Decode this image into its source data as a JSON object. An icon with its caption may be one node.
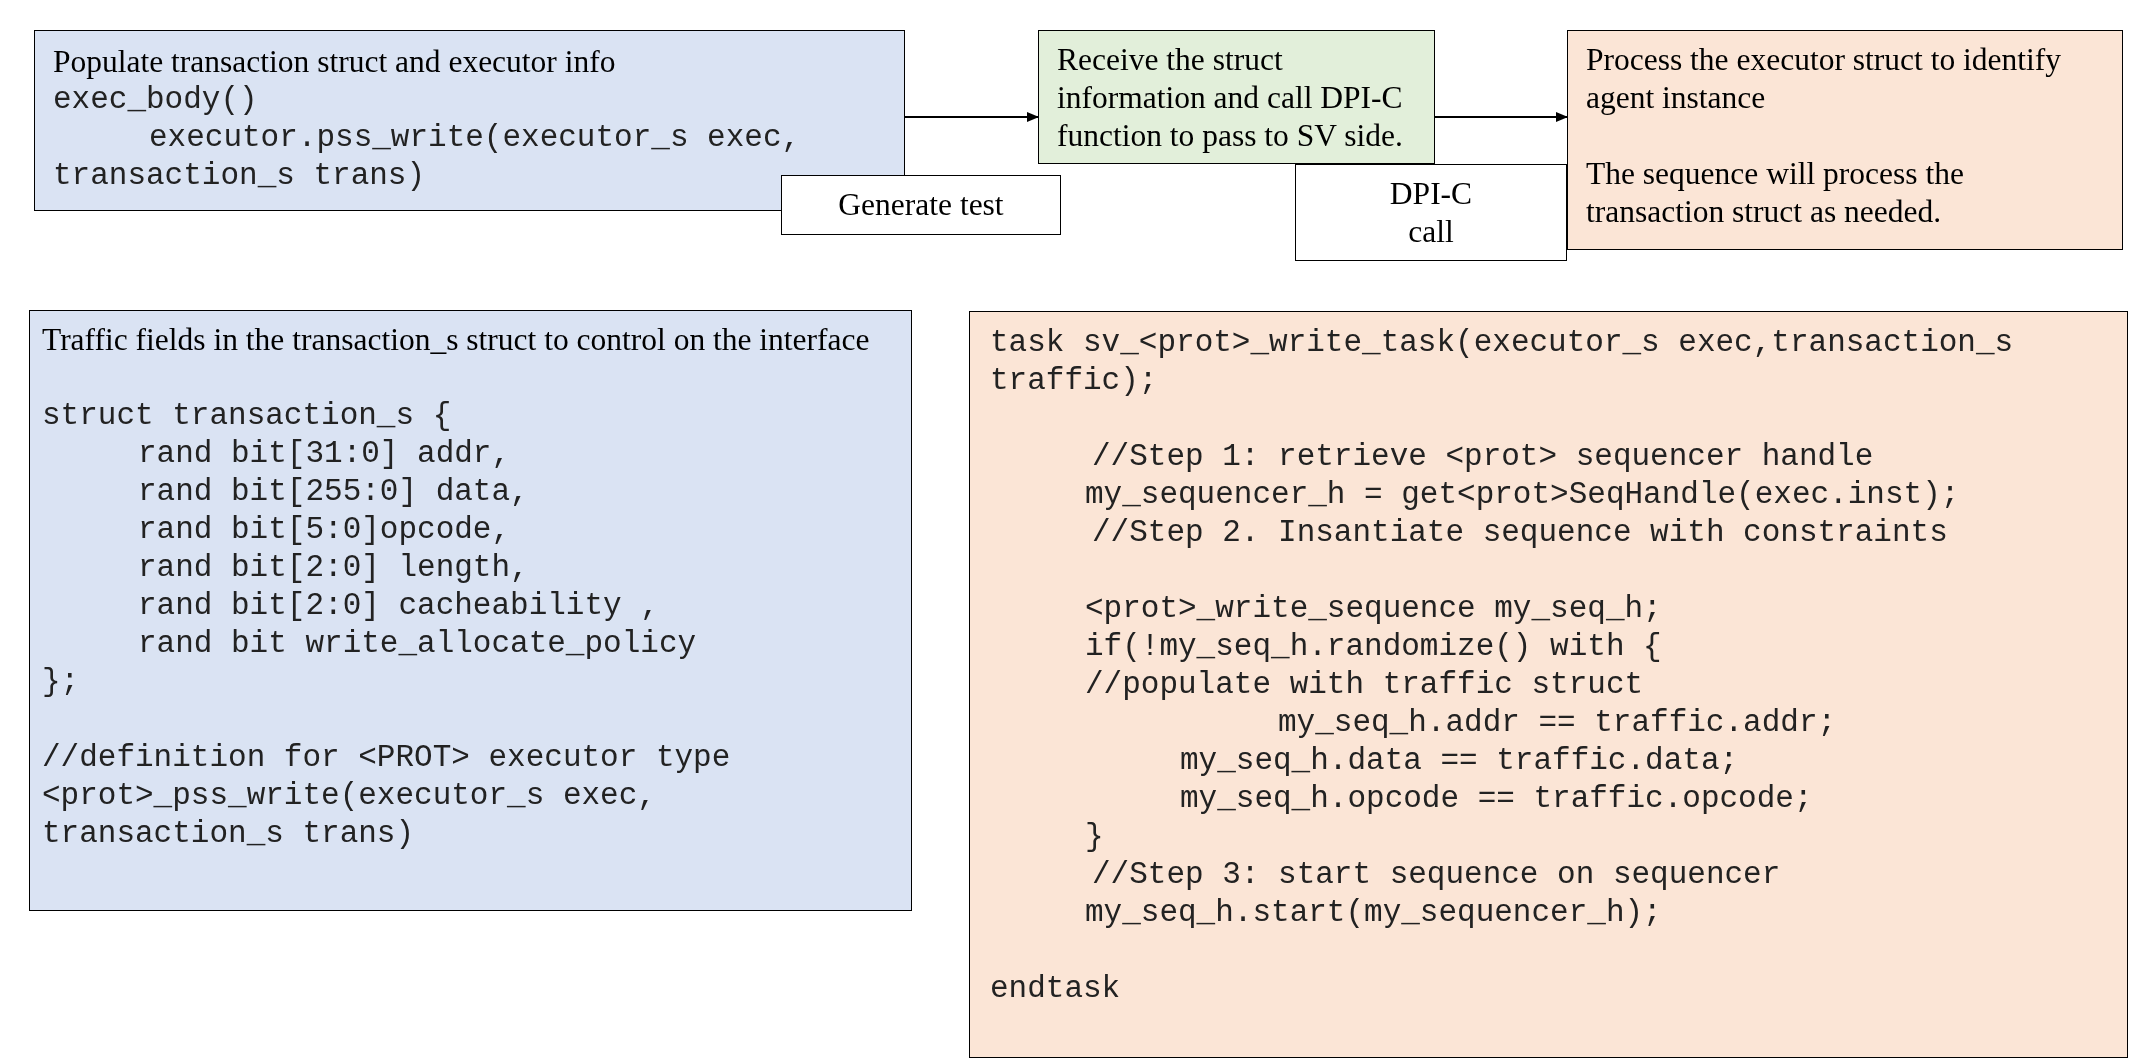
{
  "diagram": {
    "nodes": [
      {
        "text": [
          "Populate transaction struct and executor info",
          "exec_body()",
          "executor.pss_write(executor_s exec, transaction_s trans)"
        ]
      },
      {
        "text": [
          "Generate test"
        ]
      },
      {
        "text": [
          "Receive the struct information and call DPI-C function to pass to SV side."
        ]
      },
      {
        "text": [
          "DPI-C call"
        ]
      },
      {
        "text": [
          "Process the executor struct to identify agent instance",
          "The sequence will process the transaction struct as needed."
        ]
      },
      {
        "text": [
          "Traffic fields in the transaction_s struct to control on the interface",
          "struct transaction_s {",
          "rand bit[31:0] addr,",
          "rand bit[255:0] data,",
          "rand bit[5:0]opcode,",
          "rand bit[2:0] length,",
          "rand bit[2:0] cacheability ,",
          "rand bit write_allocate_policy",
          "};",
          "//definition for <PROT> executor type",
          "<prot>_pss_write(executor_s exec, transaction_s trans)"
        ]
      },
      {
        "text": [
          "task sv_<prot>_write_task(executor_s exec,transaction_s traffic);",
          "//Step 1: retrieve <prot> sequencer handle",
          "my_sequencer_h = get<prot>SeqHandle(exec.inst);",
          "//Step 2. Insantiate sequence with constraints",
          "<prot>_write_sequence my_seq_h;",
          "if(!my_seq_h.randomize() with {",
          "//populate with traffic struct",
          "my_seq_h.addr == traffic.addr;",
          "my_seq_h.data == traffic.data;",
          "my_seq_h.opcode == traffic.opcode;",
          "}",
          "//Step 3: start sequence on sequencer",
          "my_seq_h.start(my_sequencer_h);",
          "endtask"
        ]
      }
    ],
    "edges": [
      {
        "from": 0,
        "to": 2,
        "arrow": "to"
      },
      {
        "from": 2,
        "to": 4,
        "arrow": "to"
      }
    ]
  }
}
